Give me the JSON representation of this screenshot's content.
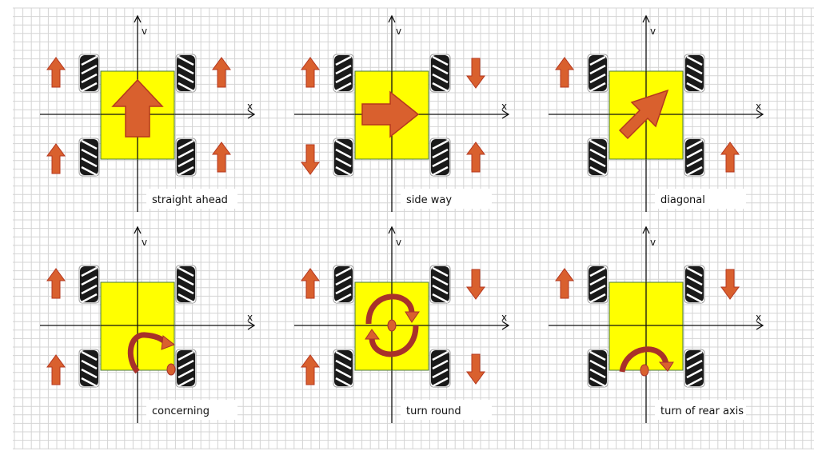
{
  "axis_labels": {
    "x": "x",
    "y": "v"
  },
  "colors": {
    "body": "#ffff00",
    "arrow": "#d9602e",
    "arrow_edge": "#b5371f",
    "curve": "#a8312a",
    "wheel": "#1a1a1a",
    "grid": "#d4d4d4"
  },
  "panels": [
    {
      "label": "straight ahead",
      "wheel_arrows": [
        "up",
        "up",
        "up",
        "up"
      ],
      "center": "arrow-up"
    },
    {
      "label": "side way",
      "wheel_arrows": [
        "up",
        "down",
        "down",
        "up"
      ],
      "center": "arrow-right"
    },
    {
      "label": "diagonal",
      "wheel_arrows": [
        "up",
        "none",
        "none",
        "up"
      ],
      "center": "arrow-diagonal"
    },
    {
      "label": "concerning",
      "wheel_arrows": [
        "up",
        "none",
        "up",
        "none"
      ],
      "center": "curve-right-rear"
    },
    {
      "label": "turn round",
      "wheel_arrows": [
        "up",
        "down",
        "up",
        "down"
      ],
      "center": "rotate-center"
    },
    {
      "label": "turn of rear axis",
      "wheel_arrows": [
        "up",
        "down",
        "none",
        "none"
      ],
      "center": "curve-rear-axis"
    }
  ]
}
